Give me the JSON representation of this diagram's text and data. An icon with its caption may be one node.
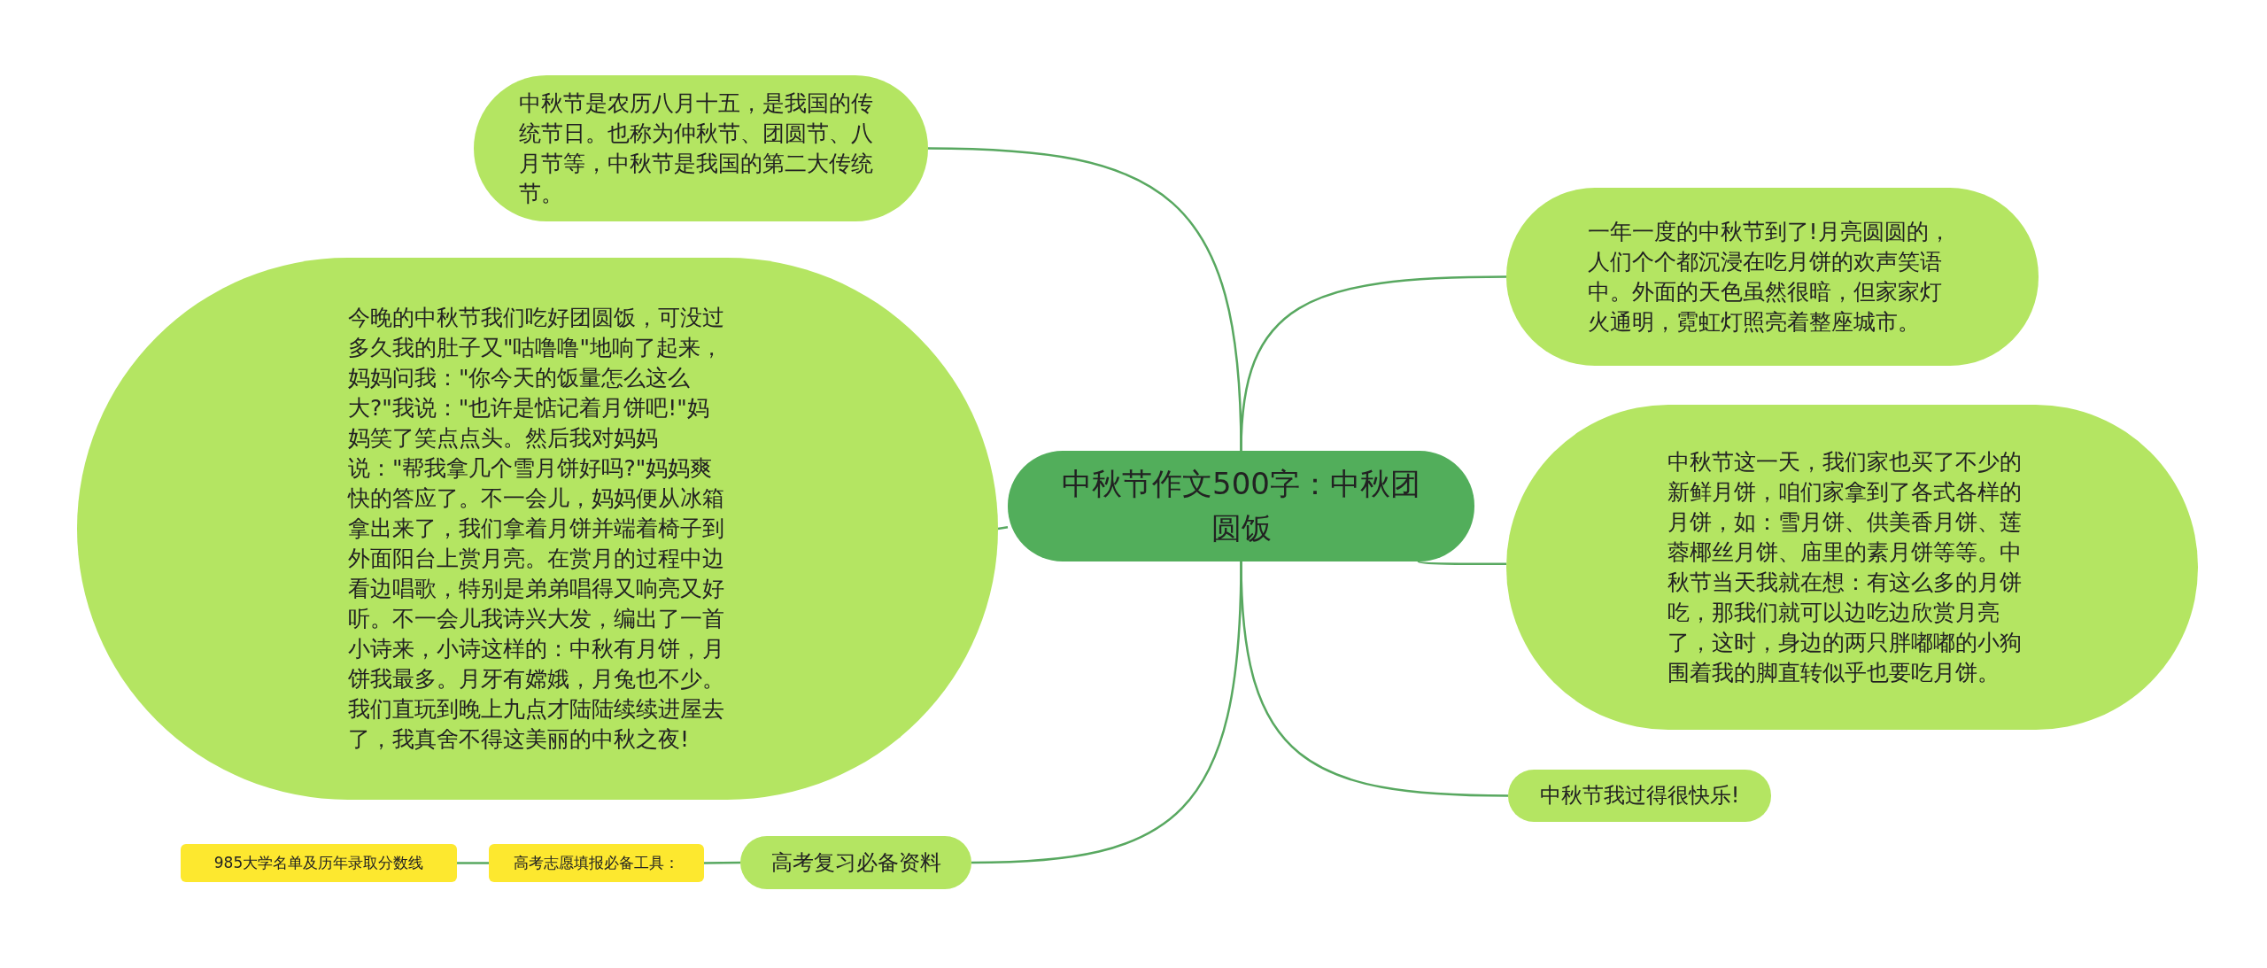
{
  "diagram": {
    "nodes": [
      {
        "text": [
          "中秋节是农历八月十五，是我国的传统节日。也称为仲秋节、团圆节、八月节等，中秋节是我国的第二大传统节。"
        ]
      },
      {
        "text": [
          "一年一度的中秋节到了!月亮圆圆的，人们个个都沉浸在吃月饼的欢声笑语中。外面的天色虽然很暗，但家家灯火通明，霓虹灯照亮着整座城市。"
        ]
      },
      {
        "text": [
          "今晚的中秋节我们吃好团圆饭，可没过多久我的肚子又\"咕噜噜\"地响了起来，妈妈问我：\"你今天的饭量怎么这么大?\"我说：\"也许是惦记着月饼吧!\"妈妈笑了笑点点头。然后我对妈妈说：\"帮我拿几个雪月饼好吗?\"妈妈爽快的答应了。不一会儿，妈妈便从冰箱拿出来了，我们拿着月饼并端着椅子到外面阳台上赏月亮。在赏月的过程中边看边唱歌，特别是弟弟唱得又响亮又好听。不一会儿我诗兴大发，编出了一首小诗来，小诗这样的：中秋有月饼，月饼我最多。月牙有嫦娥，月兔也不少。我们直玩到晚上九点才陆陆续续进屋去了，我真舍不得这美丽的中秋之夜!"
        ]
      },
      {
        "text": [
          "中秋节作文500字：中秋团圆饭"
        ]
      },
      {
        "text": [
          "中秋节这一天，我们家也买了不少的新鲜月饼，咱们家拿到了各式各样的月饼，如：雪月饼、供美香月饼、莲蓉椰丝月饼、庙里的素月饼等等。中秋节当天我就在想：有这么多的月饼吃，那我们就可以边吃边欣赏月亮了，这时，身边的两只胖嘟嘟的小狗围着我的脚直转似乎也要吃月饼。"
        ]
      },
      {
        "text": [
          "中秋节我过得很快乐!"
        ]
      },
      {
        "text": [
          "高考复习必备资料"
        ]
      },
      {
        "text": [
          "高考志愿填报必备工具："
        ]
      },
      {
        "text": [
          "985大学名单及历年录取分数线"
        ]
      }
    ],
    "edges": [
      {
        "from": 3,
        "to": 0,
        "arrow": "none"
      },
      {
        "from": 3,
        "to": 1,
        "arrow": "none"
      },
      {
        "from": 3,
        "to": 2,
        "arrow": "none"
      },
      {
        "from": 3,
        "to": 4,
        "arrow": "none"
      },
      {
        "from": 3,
        "to": 5,
        "arrow": "none"
      },
      {
        "from": 3,
        "to": 6,
        "arrow": "none"
      },
      {
        "from": 6,
        "to": 7,
        "arrow": "none"
      },
      {
        "from": 7,
        "to": 8,
        "arrow": "none"
      }
    ]
  }
}
